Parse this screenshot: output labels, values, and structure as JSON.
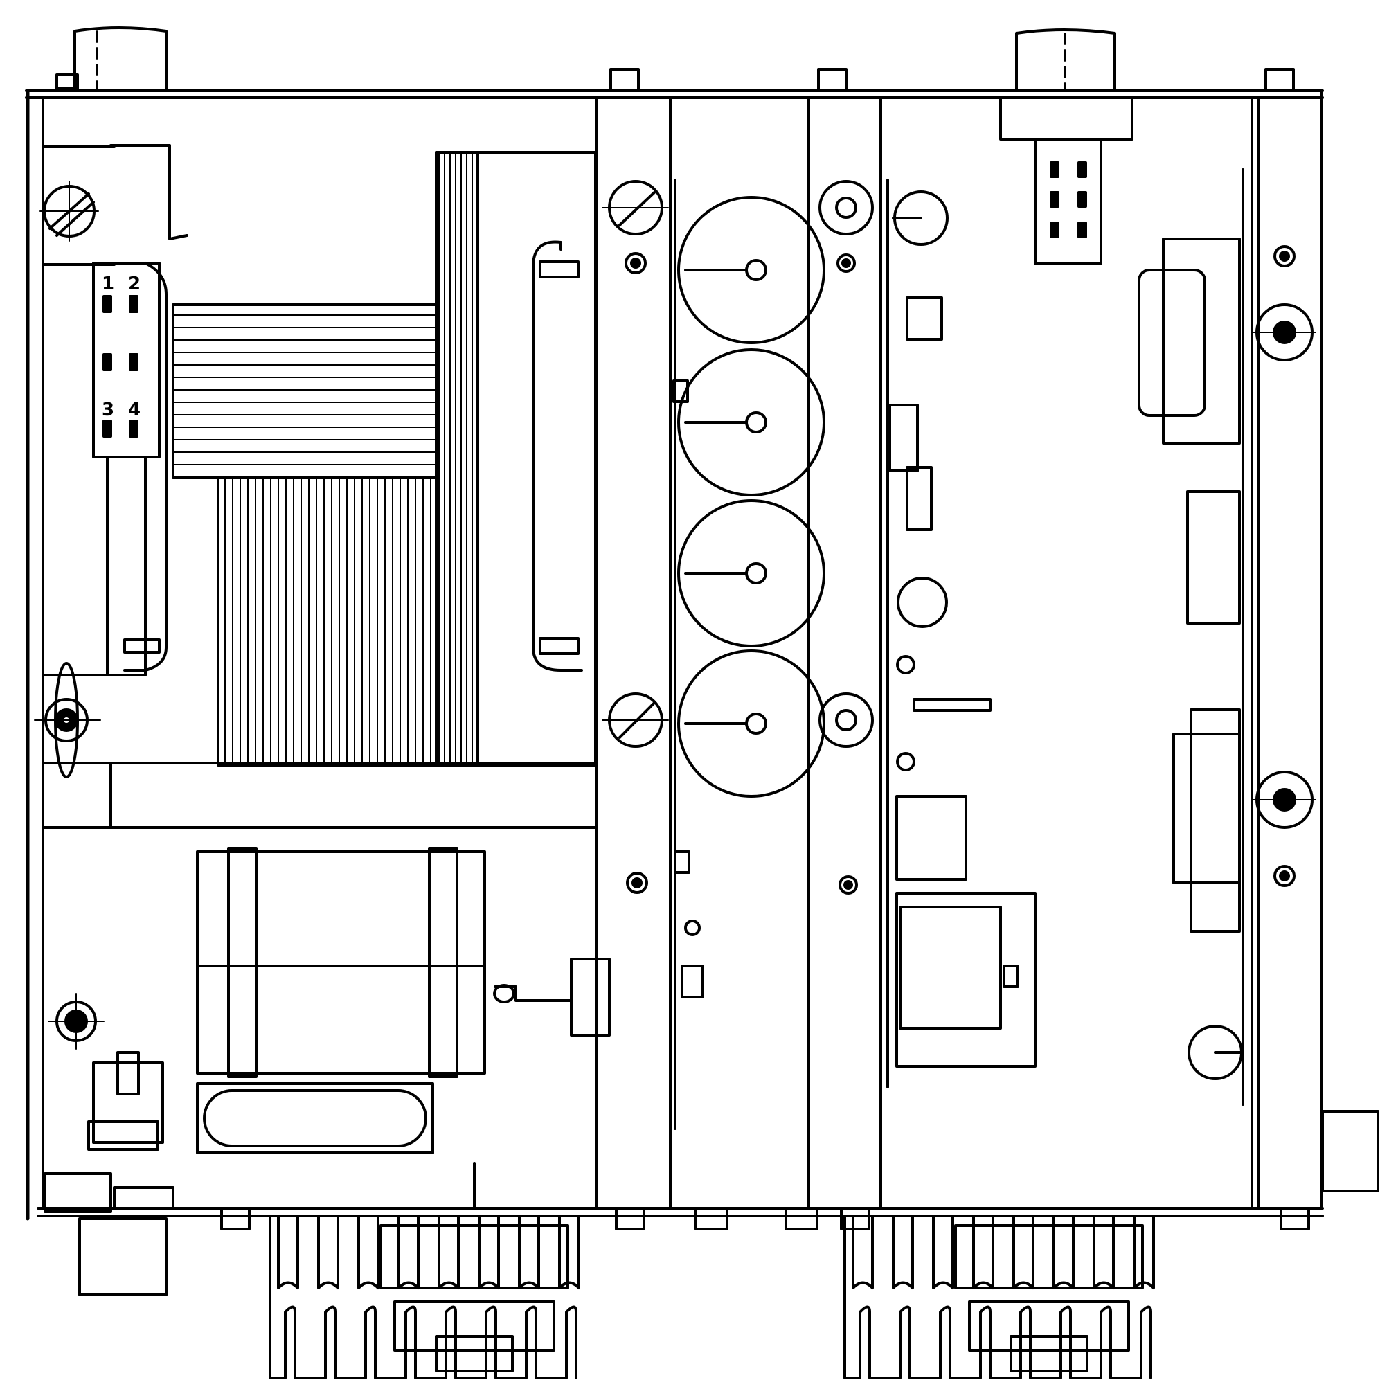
{
  "drawing": {
    "stroke_color": "#000000",
    "background_color": "#ffffff",
    "terminal_labels": [
      "1",
      "2",
      "3",
      "4"
    ]
  }
}
